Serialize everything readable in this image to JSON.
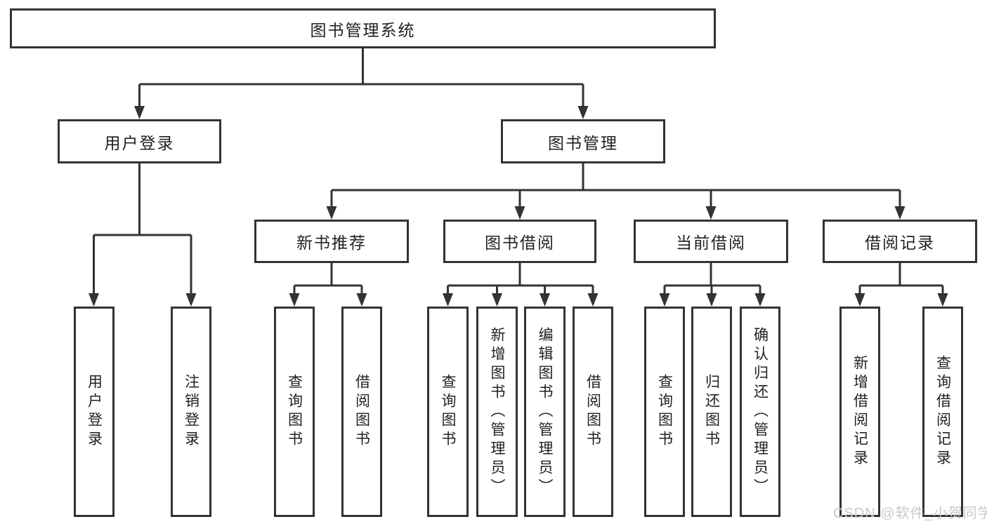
{
  "root": "图书管理系统",
  "level2": [
    "用户登录",
    "图书管理"
  ],
  "level3": [
    "新书推荐",
    "图书借阅",
    "当前借阅",
    "借阅记录"
  ],
  "leaves": {
    "user_login": [
      "用户登录",
      "注销登录"
    ],
    "new_book_recommendation": [
      "查询图书",
      "借阅图书"
    ],
    "book_borrowing": [
      "查询图书",
      "新增图书（管理员）",
      "编辑图书（管理员）",
      "借阅图书"
    ],
    "current_borrowing": [
      "查询图书",
      "归还图书",
      "确认归还（管理员）"
    ],
    "borrowing_records": [
      "新增借阅记录",
      "查询借阅记录"
    ]
  },
  "watermark": "CSDN @软件_小贺同学",
  "colors": {
    "line": "#333333",
    "border": "#333333",
    "text": "#222222",
    "background": "#ffffff",
    "watermark": "#c9c9c9"
  }
}
